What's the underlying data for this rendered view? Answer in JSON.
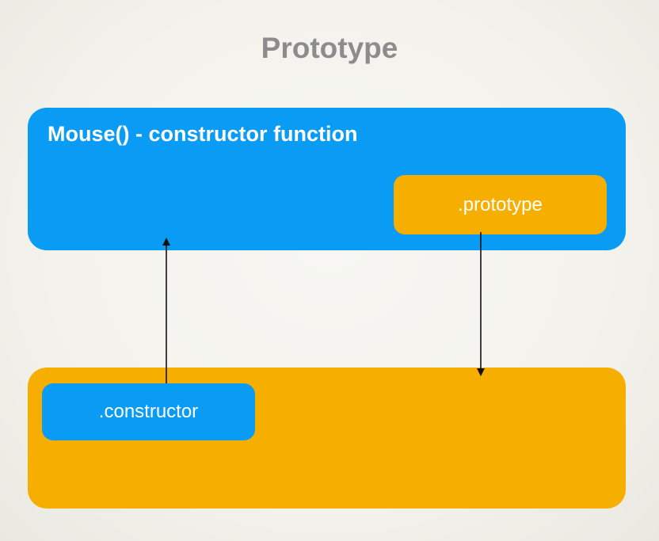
{
  "title": "Prototype",
  "constructor_function": {
    "heading": "Mouse() - constructor function",
    "prototype_property": ".prototype"
  },
  "prototype_object": {
    "constructor_property": ".constructor"
  },
  "colors": {
    "blue": "#0a9bf5",
    "orange": "#f6ae00",
    "title_gray": "#8c8c8c",
    "arrow": "#111111"
  }
}
